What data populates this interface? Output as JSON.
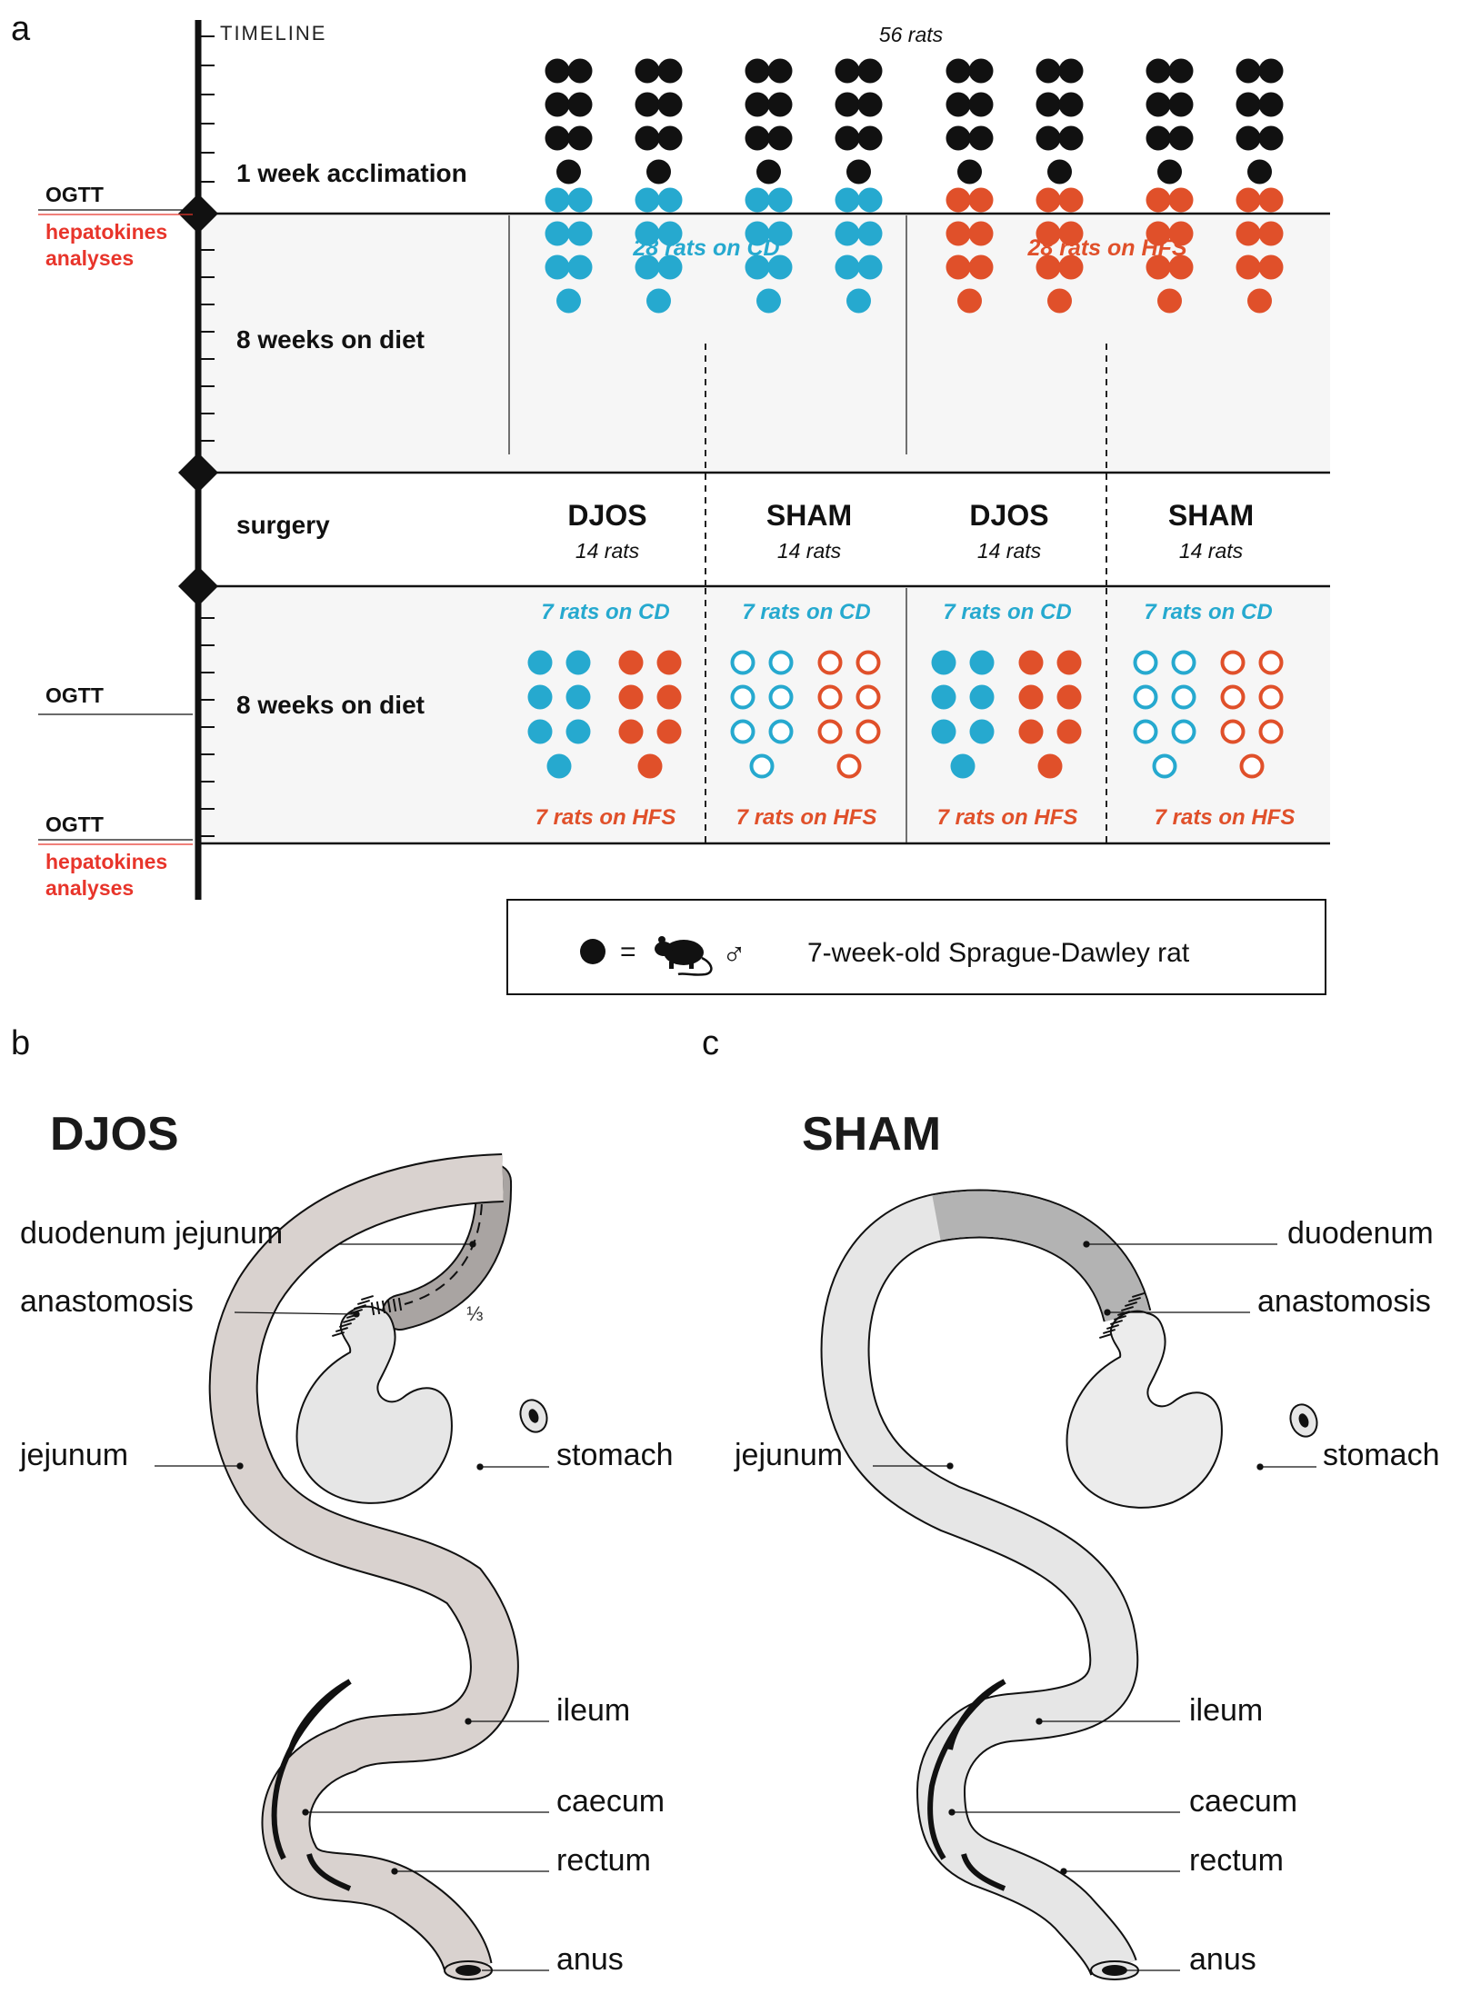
{
  "colors": {
    "black": "#111111",
    "cd": "#26a9cf",
    "hfs": "#e0502a",
    "red_label": "#e8352b",
    "band": "#f6f6f6",
    "djos_tube": "#d9d2cf",
    "djos_bypass": "#a9a4a2",
    "sham_tube": "#e6e6e6",
    "sham_duodenum": "#b3b3b3",
    "stomach": "#e6e6e6"
  },
  "panel_a": {
    "label": "a",
    "timeline_title": "TIMELINE",
    "total": "56 rats",
    "acclimation": "1 week acclimation",
    "ogtt_1": "OGTT",
    "hepatokines_1_line1": "hepatokines",
    "hepatokines_1_line2": "analyses",
    "diet_1": "8 weeks on diet",
    "cd_group": "28 rats on CD",
    "hfs_group": "28 rats on HFS",
    "surgery": "surgery",
    "groups": [
      {
        "name": "DJOS",
        "count": "14 rats"
      },
      {
        "name": "SHAM",
        "count": "14 rats"
      },
      {
        "name": "DJOS",
        "count": "14 rats"
      },
      {
        "name": "SHAM",
        "count": "14 rats"
      }
    ],
    "diet_2": "8 weeks on diet",
    "ogtt_2": "OGTT",
    "ogtt_3": "OGTT",
    "hepatokines_2_line1": "hepatokines",
    "hepatokines_2_line2": "analyses",
    "subgroup_cd": [
      "7 rats on CD",
      "7 rats on CD",
      "7 rats on CD",
      "7 rats on CD"
    ],
    "subgroup_hfs": [
      "7 rats on HFS",
      "7 rats on HFS",
      "7 rats on HFS",
      "7 rats on HFS"
    ],
    "legend_equals": "=",
    "legend_symbol": "♂",
    "legend_text": "7-week-old Sprague-Dawley rat"
  },
  "panel_b": {
    "label": "b",
    "title": "DJOS",
    "duodenum_jejunum": "duodenum jejunum",
    "anastomosis": "anastomosis",
    "fraction": "⅓",
    "jejunum": "jejunum",
    "stomach": "stomach",
    "ileum": "ileum",
    "caecum": "caecum",
    "rectum": "rectum",
    "anus": "anus"
  },
  "panel_c": {
    "label": "c",
    "title": "SHAM",
    "duodenum": "duodenum",
    "anastomosis": "anastomosis",
    "jejunum": "jejunum",
    "stomach": "stomach",
    "ileum": "ileum",
    "caecum": "caecum",
    "rectum": "rectum",
    "anus": "anus"
  }
}
